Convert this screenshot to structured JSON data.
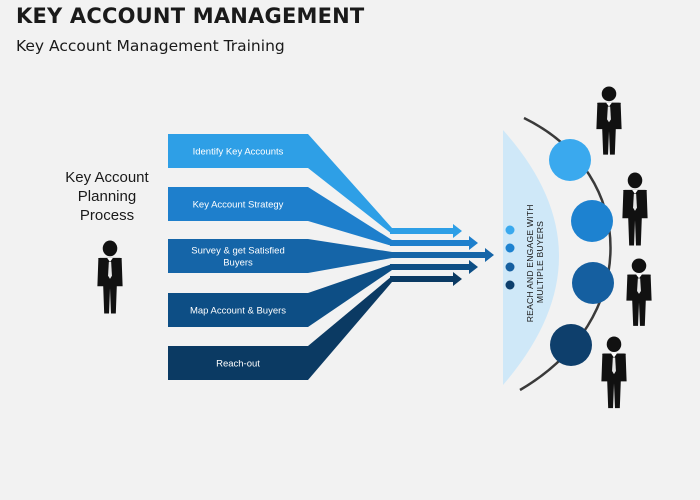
{
  "header": {
    "title": "KEY ACCOUNT MANAGEMENT",
    "subtitle": "Key Account Management Training"
  },
  "left_label": {
    "lines": [
      "Key Account",
      "Planning",
      "Process"
    ]
  },
  "steps": [
    {
      "lines": [
        "Identify Key Accounts"
      ],
      "color": "#2e9fe6"
    },
    {
      "lines": [
        "Key Account Strategy"
      ],
      "color": "#1e7fcc"
    },
    {
      "lines": [
        "Survey & get Satisfied",
        "Buyers"
      ],
      "color": "#1565a8"
    },
    {
      "lines": [
        "Map Account & Buyers"
      ],
      "color": "#0d4e85"
    },
    {
      "lines": [
        "Reach-out"
      ],
      "color": "#0b3a63"
    }
  ],
  "target": {
    "lines": [
      "REACH AND ENGAGE WITH",
      "MULTIPLE BUYERS"
    ],
    "fill": "#cfe8f8"
  },
  "buyer_circles": [
    {
      "color": "#3aa9ee",
      "person_icon": "person-icon"
    },
    {
      "color": "#1d82d0",
      "person_icon": "person-icon"
    },
    {
      "color": "#155fa0",
      "person_icon": "person-icon"
    },
    {
      "color": "#0e3f6c",
      "person_icon": "person-icon"
    }
  ],
  "dot_colors": [
    "#3aa9ee",
    "#1d82d0",
    "#155fa0",
    "#0e3f6c"
  ],
  "icons": {
    "planner": "person-icon",
    "buyer": "person-icon"
  }
}
